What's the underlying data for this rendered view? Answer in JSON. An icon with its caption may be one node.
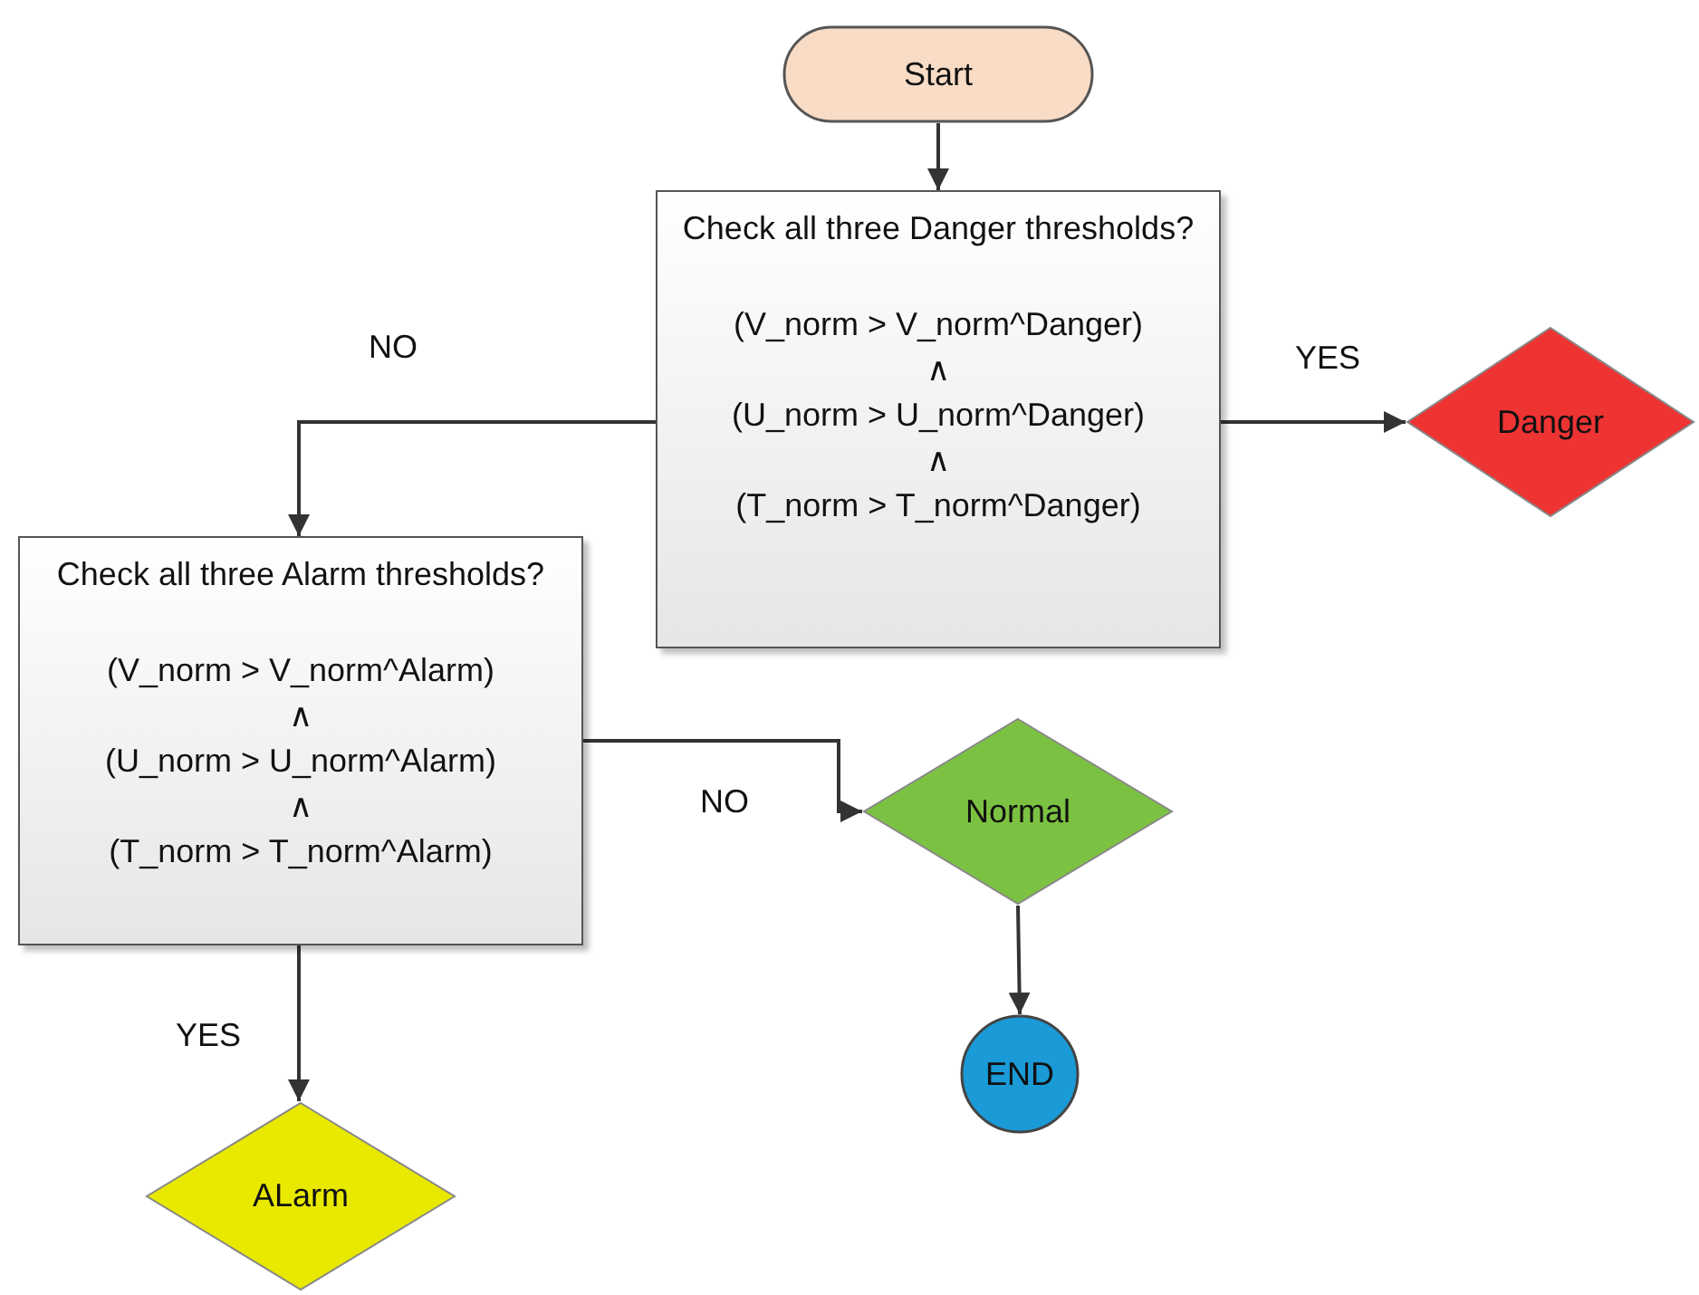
{
  "diagram": {
    "nodes": [
      {
        "text": [
          "Start"
        ]
      },
      {
        "text": [
          "Check all three Danger thresholds?",
          "(V_norm > V_norm^Danger)",
          "∧",
          "(U_norm > U_norm^Danger)",
          "∧",
          "(T_norm > T_norm^Danger)"
        ]
      },
      {
        "text": [
          "Danger"
        ]
      },
      {
        "text": [
          "Check all three Alarm thresholds?",
          "(V_norm > V_norm^Alarm)",
          "∧",
          "(U_norm > U_norm^Alarm)",
          "∧",
          "(T_norm > T_norm^Alarm)"
        ]
      },
      {
        "text": [
          "Normal"
        ]
      },
      {
        "text": [
          "END"
        ]
      },
      {
        "text": [
          "ALarm"
        ]
      }
    ],
    "edges": [
      {
        "from": 0,
        "to": 1,
        "arrow": "to"
      },
      {
        "from": 1,
        "to": 2,
        "arrow": "to",
        "label": "YES"
      },
      {
        "from": 1,
        "to": 3,
        "arrow": "to",
        "label": "NO"
      },
      {
        "from": 3,
        "to": 4,
        "arrow": "to",
        "label": "NO"
      },
      {
        "from": 3,
        "to": 6,
        "arrow": "to",
        "label": "YES"
      },
      {
        "from": 4,
        "to": 5,
        "arrow": "to"
      }
    ]
  }
}
